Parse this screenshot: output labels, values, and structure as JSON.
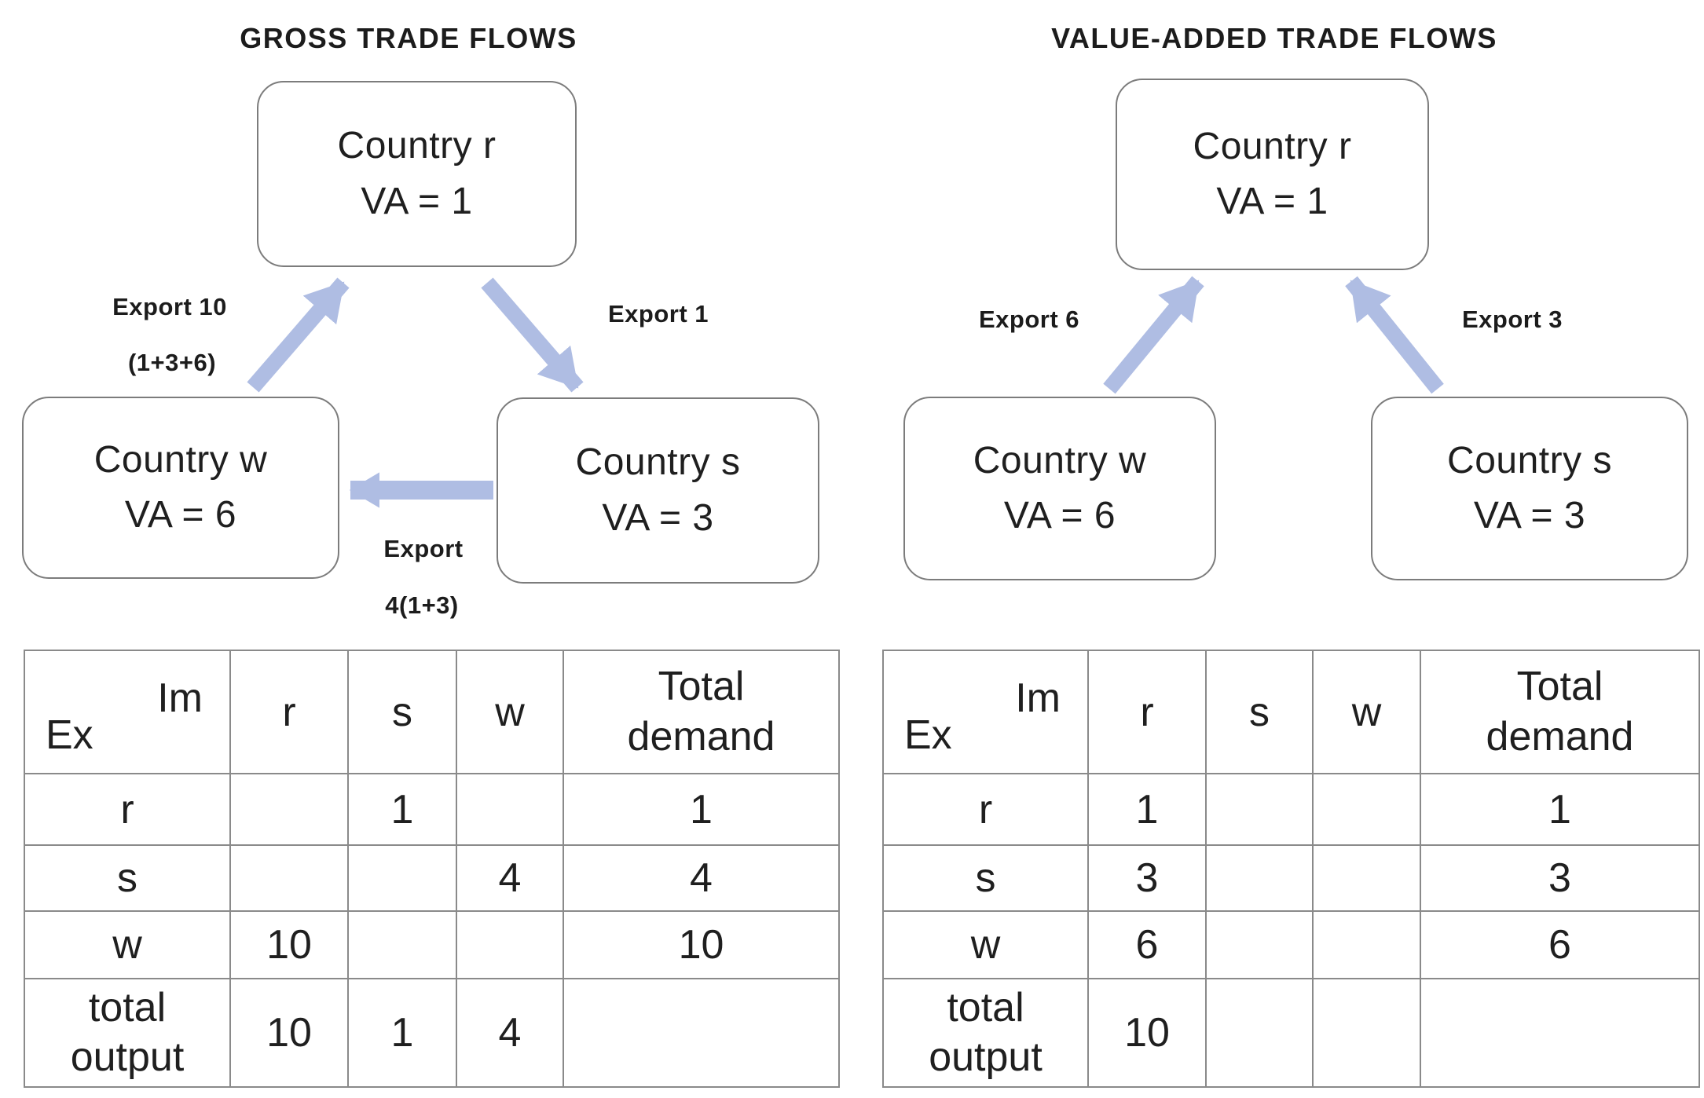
{
  "colors": {
    "arrow": "#afbde3",
    "box_border": "#7c7c7c",
    "table_border": "#8a8a8a",
    "text": "#1f1f1f"
  },
  "gross": {
    "title": "GROSS TRADE FLOWS",
    "nodes": {
      "r": {
        "name": "Country r",
        "va": "VA = 1"
      },
      "w": {
        "name": "Country w",
        "va": "VA = 6"
      },
      "s": {
        "name": "Country s",
        "va": "VA = 3"
      }
    },
    "edge_labels": {
      "w_to_r_line1": "Export 10",
      "w_to_r_line2": "(1+3+6)",
      "r_to_s": "Export 1",
      "s_to_w_line1": "Export",
      "s_to_w_line2": "4(1+3)"
    },
    "table": {
      "corner_im": "Im",
      "corner_ex": "Ex",
      "columns": [
        "r",
        "s",
        "w",
        "Total demand"
      ],
      "rows": [
        {
          "label": "r",
          "cells": [
            "",
            "1",
            "",
            "1"
          ]
        },
        {
          "label": "s",
          "cells": [
            "",
            "",
            "4",
            "4"
          ]
        },
        {
          "label": "w",
          "cells": [
            "10",
            "",
            "",
            "10"
          ]
        },
        {
          "label": "total output",
          "cells": [
            "10",
            "1",
            "4",
            ""
          ]
        }
      ]
    }
  },
  "value_added": {
    "title": "VALUE-ADDED TRADE FLOWS",
    "nodes": {
      "r": {
        "name": "Country r",
        "va": "VA = 1"
      },
      "w": {
        "name": "Country w",
        "va": "VA = 6"
      },
      "s": {
        "name": "Country s",
        "va": "VA = 3"
      }
    },
    "edge_labels": {
      "w_to_r": "Export 6",
      "s_to_r": "Export 3"
    },
    "table": {
      "corner_im": "Im",
      "corner_ex": "Ex",
      "columns": [
        "r",
        "s",
        "w",
        "Total demand"
      ],
      "rows": [
        {
          "label": "r",
          "cells": [
            "1",
            "",
            "",
            "1"
          ]
        },
        {
          "label": "s",
          "cells": [
            "3",
            "",
            "",
            "3"
          ]
        },
        {
          "label": "w",
          "cells": [
            "6",
            "",
            "",
            "6"
          ]
        },
        {
          "label": "total output",
          "cells": [
            "10",
            "",
            "",
            ""
          ]
        }
      ]
    }
  }
}
